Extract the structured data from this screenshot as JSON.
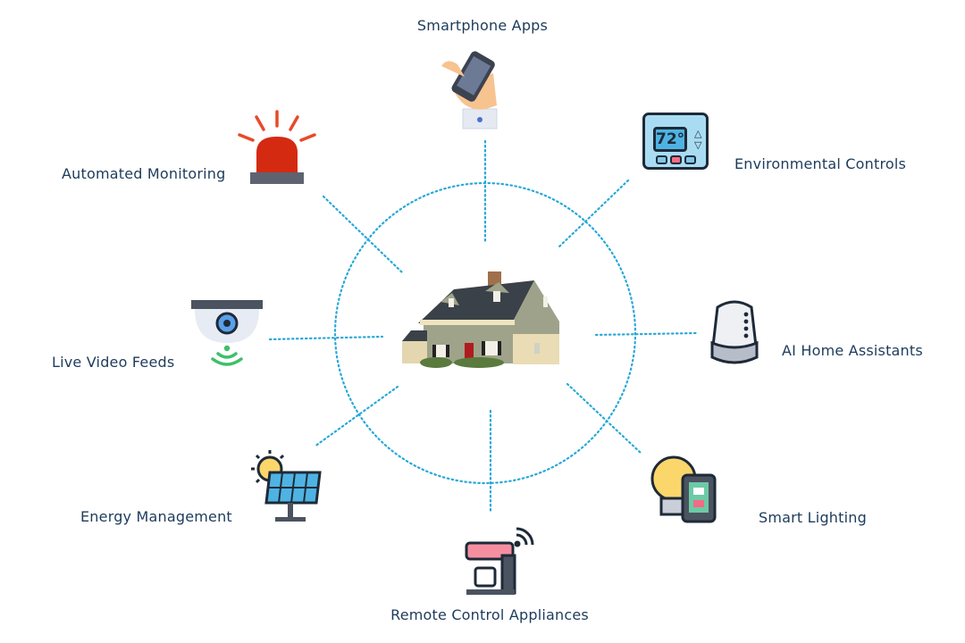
{
  "colors": {
    "connector": "#29a8d8",
    "label": "#1d3b5c"
  },
  "center": {
    "icon": "house-icon"
  },
  "features": [
    {
      "label": "Smartphone Apps",
      "icon": "smartphone-hand-icon"
    },
    {
      "label": "Environmental Controls",
      "icon": "thermostat-icon",
      "display": "72°"
    },
    {
      "label": "AI Home Assistants",
      "icon": "smart-speaker-icon"
    },
    {
      "label": "Smart Lighting",
      "icon": "smart-bulb-switch-icon"
    },
    {
      "label": "Remote Control Appliances",
      "icon": "coffee-machine-wifi-icon"
    },
    {
      "label": "Energy Management",
      "icon": "solar-panel-icon"
    },
    {
      "label": "Live Video Feeds",
      "icon": "security-camera-icon"
    },
    {
      "label": "Automated Monitoring",
      "icon": "alarm-siren-icon"
    }
  ]
}
